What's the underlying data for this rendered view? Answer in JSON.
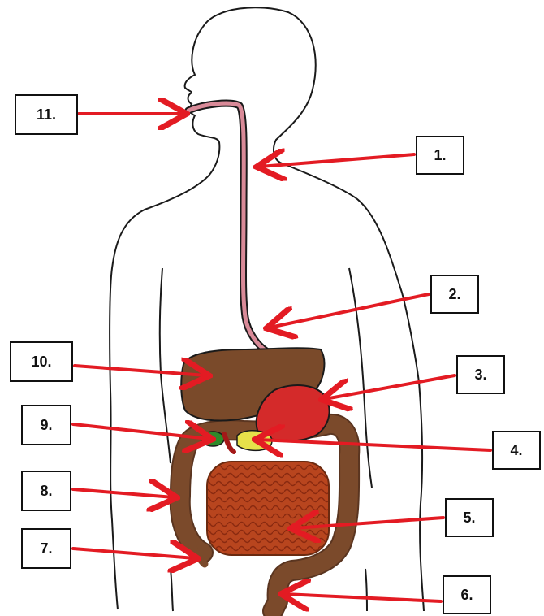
{
  "labels": {
    "l1": "1.",
    "l2": "2.",
    "l3": "3.",
    "l4": "4.",
    "l5": "5.",
    "l6": "6.",
    "l7": "7.",
    "l8": "8.",
    "l9": "9.",
    "l10": "10.",
    "l11": "11."
  },
  "colors": {
    "outline": "#1a1a1a",
    "arrow": "#e31b23",
    "esophagus": "#d98a98",
    "liver": "#7a4a2a",
    "stomach": "#d42a2a",
    "small_intestine": "#b8451e",
    "large_intestine": "#7b4a2b",
    "gallbladder": "#2f8a2a",
    "pancreas": "#e6e04a"
  }
}
